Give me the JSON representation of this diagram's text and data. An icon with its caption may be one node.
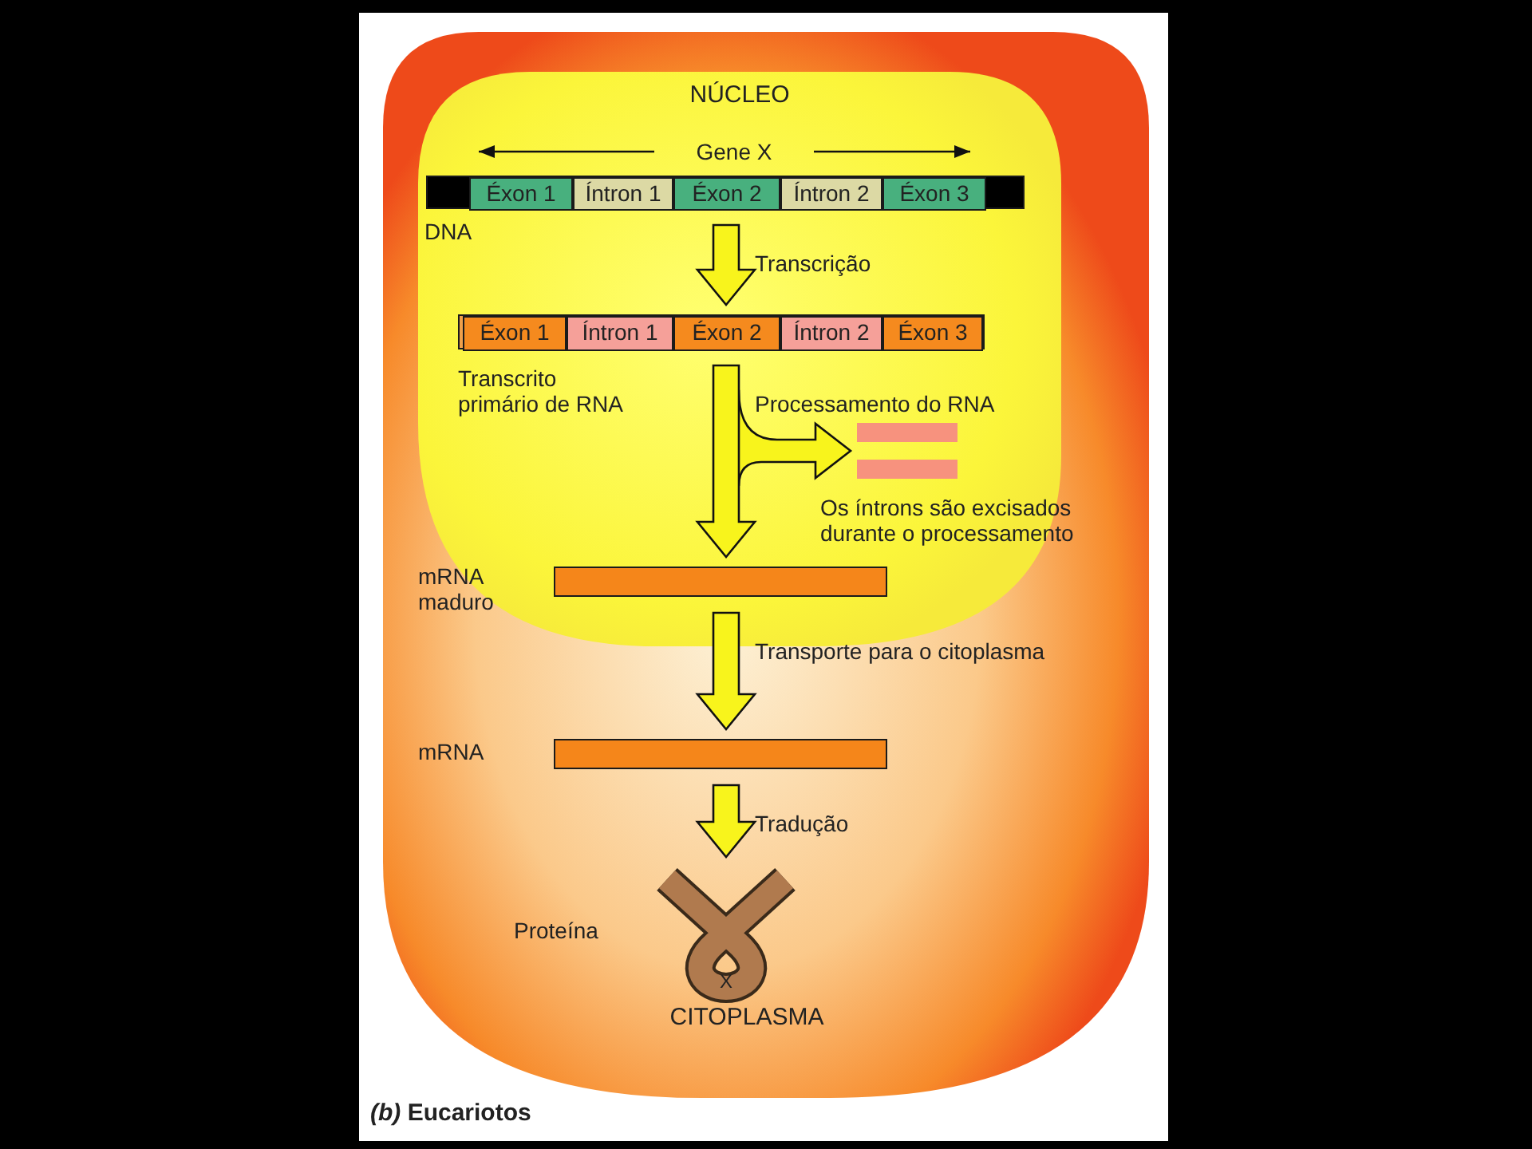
{
  "diagram": {
    "caption": "*(b)* Eucariotos",
    "nodes": [
      {
        "text": [
          "CITOPLASMA"
        ]
      },
      {
        "text": [
          "NÚCLEO"
        ],
        "in": 0
      },
      {
        "text": [],
        "shape": "bar",
        "in": 1,
        "beside": [
          "DNA"
        ]
      },
      {
        "text": [
          "Éxon 1"
        ],
        "in": 2
      },
      {
        "text": [
          "Íntron 1"
        ],
        "in": 2
      },
      {
        "text": [
          "Éxon 2"
        ],
        "in": 2
      },
      {
        "text": [
          "Íntron 2"
        ],
        "in": 2
      },
      {
        "text": [
          "Éxon 3"
        ],
        "in": 2
      },
      {
        "text": [],
        "shape": "bar",
        "in": 1,
        "beside": [
          "Transcrito primário de RNA"
        ]
      },
      {
        "text": [
          "Éxon 1"
        ],
        "in": 8
      },
      {
        "text": [
          "Íntron 1"
        ],
        "in": 8
      },
      {
        "text": [
          "Éxon 2"
        ],
        "in": 8
      },
      {
        "text": [
          "Íntron 2"
        ],
        "in": 8
      },
      {
        "text": [
          "Éxon 3"
        ],
        "in": 8
      },
      {
        "text": [],
        "shape": "bar",
        "in": 1
      },
      {
        "text": [],
        "shape": "bar",
        "in": 1,
        "beside": [
          "Os íntrons são excisados durante o processamento"
        ]
      },
      {
        "text": [],
        "shape": "bar",
        "in": 1,
        "beside": [
          "mRNA maduro"
        ]
      },
      {
        "text": [],
        "shape": "bar",
        "in": 0,
        "beside": [
          "mRNA"
        ]
      },
      {
        "text": [
          "X"
        ],
        "in": 0,
        "beside": [
          "Proteína"
        ]
      }
    ],
    "edges": [
      {
        "from": 2,
        "to": 8,
        "arrow": "to",
        "label": "Transcrição"
      },
      {
        "from": 8,
        "to": 16,
        "arrow": "to",
        "label": "Processamento do RNA"
      },
      {
        "from": 8,
        "to": 14,
        "arrow": "to"
      },
      {
        "from": 8,
        "to": 15,
        "arrow": "to"
      },
      {
        "from": 16,
        "to": 17,
        "arrow": "to",
        "label": "Transporte para o citoplasma"
      },
      {
        "from": 17,
        "to": 18,
        "arrow": "to",
        "label": "Tradução"
      }
    ],
    "labels": [
      "Gene X"
    ]
  }
}
